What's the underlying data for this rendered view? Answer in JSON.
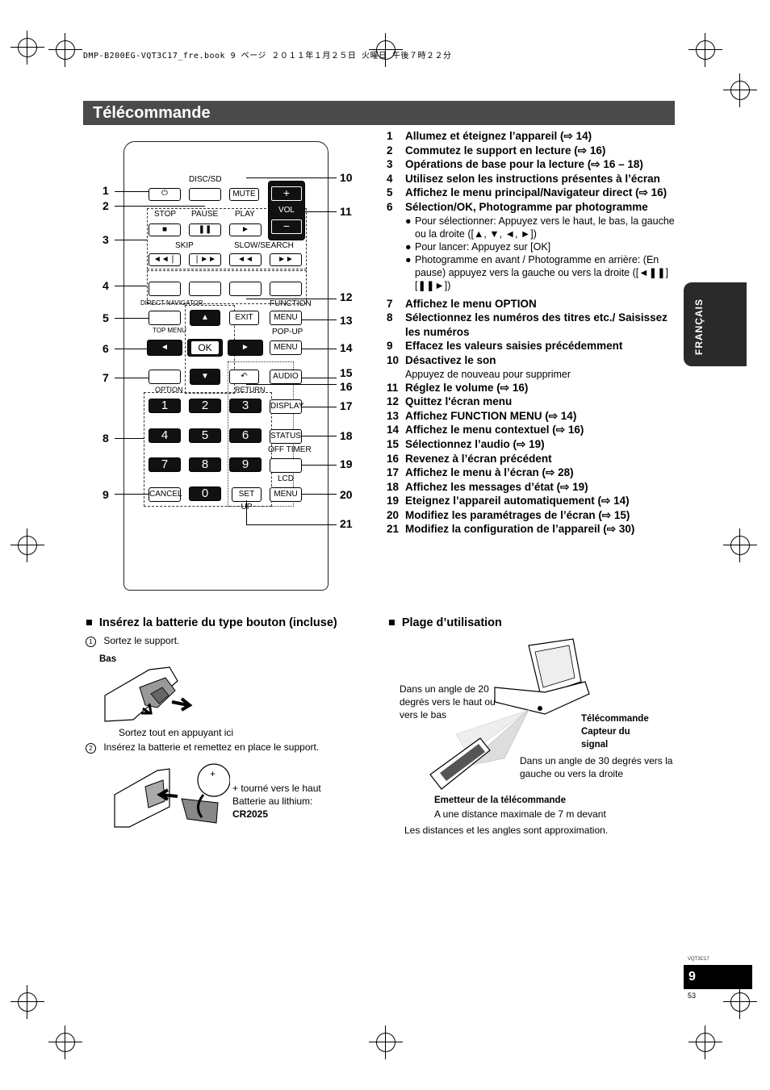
{
  "header": "DMP-B200EG-VQT3C17_fre.book  9 ページ  ２０１１年１月２５日  火曜日  午後７時２２分",
  "title": "Télécommande",
  "side_tab": "FRANÇAIS",
  "page_number": "9",
  "doc_code": "VQT3C17",
  "page_alt": "53",
  "remote": {
    "labels": {
      "disc_sd": "DISC/SD",
      "mute": "MUTE",
      "vol": "VOL",
      "plus": "+",
      "minus": "−",
      "stop": "STOP",
      "pause": "PAUSE",
      "play": "PLAY",
      "skip": "SKIP",
      "slow_search": "SLOW/SEARCH",
      "direct_navigator": "DIRECT NAVIGATOR",
      "function": "FUNCTION",
      "top_menu": "TOP MENU",
      "exit": "EXIT",
      "menu": "MENU",
      "popup": "POP-UP",
      "ok": "OK",
      "option": "OPTION",
      "return": "RETURN",
      "audio": "AUDIO",
      "display": "DISPLAY",
      "status": "STATUS",
      "off_timer": "OFF TIMER",
      "cancel": "CANCEL",
      "setup": "SET UP",
      "lcd": "LCD"
    },
    "digits": [
      "1",
      "2",
      "3",
      "4",
      "5",
      "6",
      "7",
      "8",
      "9",
      "0"
    ],
    "callouts_left": [
      "1",
      "2",
      "3",
      "4",
      "5",
      "6",
      "7",
      "8",
      "9"
    ],
    "callouts_right": [
      "10",
      "11",
      "12",
      "13",
      "14",
      "15",
      "16",
      "17",
      "18",
      "19",
      "20",
      "21"
    ]
  },
  "list": [
    {
      "n": "1",
      "t": "Allumez et éteignez l’appareil (⇨ 14)"
    },
    {
      "n": "2",
      "t": "Commutez le support en lecture (⇨ 16)"
    },
    {
      "n": "3",
      "t": "Opérations de base pour la lecture (⇨ 16 – 18)"
    },
    {
      "n": "4",
      "t": "Utilisez selon les instructions présentes à l’écran"
    },
    {
      "n": "5",
      "t": "Affichez le menu principal/Navigateur direct (⇨ 16)"
    },
    {
      "n": "6",
      "t": "Sélection/OK, Photogramme par photogramme"
    },
    {
      "n": "7",
      "t": "Affichez le menu OPTION"
    },
    {
      "n": "8",
      "t": "Sélectionnez les numéros des titres etc./ Saisissez les numéros"
    },
    {
      "n": "9",
      "t": "Effacez les valeurs saisies précédemment"
    },
    {
      "n": "10",
      "t": "Désactivez le son"
    },
    {
      "n": "11",
      "t": "Réglez le volume (⇨ 16)"
    },
    {
      "n": "12",
      "t": "Quittez l'écran menu"
    },
    {
      "n": "13",
      "t": "Affichez FUNCTION MENU (⇨ 14)"
    },
    {
      "n": "14",
      "t": "Affichez le menu contextuel (⇨ 16)"
    },
    {
      "n": "15",
      "t": "Sélectionnez l’audio (⇨ 19)"
    },
    {
      "n": "16",
      "t": "Revenez à l’écran précédent"
    },
    {
      "n": "17",
      "t": "Affichez le menu à l’écran (⇨ 28)"
    },
    {
      "n": "18",
      "t": "Affichez les messages d’état (⇨ 19)"
    },
    {
      "n": "19",
      "t": "Eteignez l’appareil automatiquement (⇨ 14)"
    },
    {
      "n": "20",
      "t": "Modifiez les paramétrages de l’écran (⇨ 15)"
    },
    {
      "n": "21",
      "t": "Modifiez la configuration de l’appareil (⇨ 30)"
    }
  ],
  "item6_bullets": [
    "Pour sélectionner: Appuyez vers le haut, le bas, la gauche ou la droite ([▲, ▼, ◄, ►])",
    "Pour lancer: Appuyez sur [OK]",
    "Photogramme en avant / Photogramme en arrière: (En pause) appuyez vers la gauche ou vers la droite ([◄❚❚][❚❚►])"
  ],
  "item10_sub": "Appuyez de nouveau pour supprimer",
  "battery": {
    "title": "Insérez la batterie du type bouton (incluse)",
    "step1_mark": "1",
    "step1": "Sortez le support.",
    "bas": "Bas",
    "pull_caption": "Sortez tout en appuyant ici",
    "step2_mark": "2",
    "step2": "Insérez la batterie et remettez en place le support.",
    "plus_note": "+ tourné vers le haut",
    "battery_type": "Batterie au lithium:",
    "model": "CR2025"
  },
  "range": {
    "title": "Plage d’utilisation",
    "angle_vertical": "Dans un angle de 20 degrés vers le haut ou vers le bas",
    "sensor_1": "Télécommande",
    "sensor_2": "Capteur du",
    "sensor_3": "signal",
    "angle_horizontal": "Dans un angle de 30 degrés vers la gauche ou vers la droite",
    "emitter": "Emetteur de la télécommande",
    "distance": "A une distance maximale de 7 m devant",
    "note": "Les distances et les angles sont approximation."
  }
}
